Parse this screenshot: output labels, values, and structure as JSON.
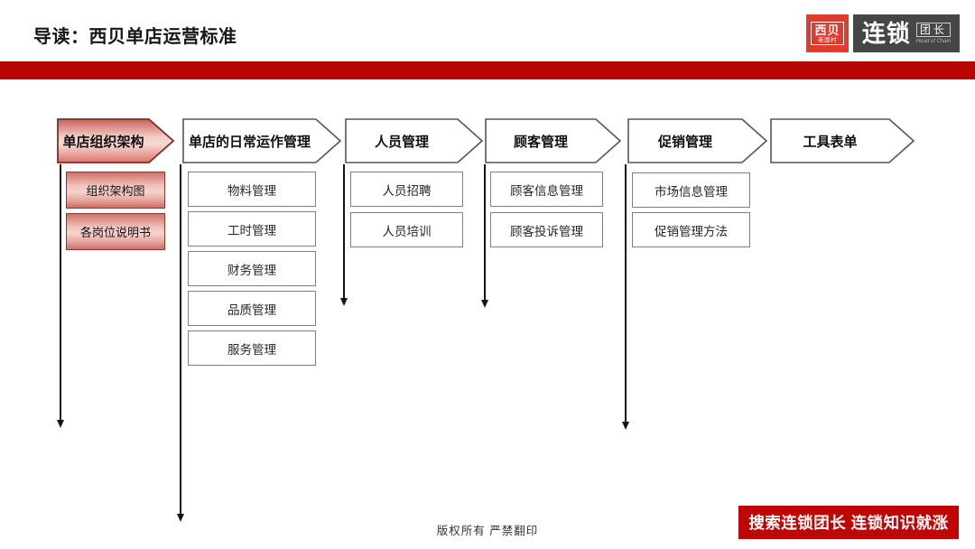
{
  "slide": {
    "title": "导读：西贝单店运营标准"
  },
  "logos": {
    "xibei": {
      "name": "西贝",
      "sub": "莜面村"
    },
    "chain": {
      "main": "连锁",
      "badge": "团长",
      "tagline": "Head of Chain"
    }
  },
  "columns": [
    {
      "header": "单店组织架构",
      "items": [
        "组织架构图",
        "各岗位说明书"
      ]
    },
    {
      "header": "单店的日常运作管理",
      "items": [
        "物料管理",
        "工时管理",
        "财务管理",
        "品质管理",
        "服务管理"
      ]
    },
    {
      "header": "人员管理",
      "items": [
        "人员招聘",
        "人员培训"
      ]
    },
    {
      "header": "顾客管理",
      "items": [
        "顾客信息管理",
        "顾客投诉管理"
      ]
    },
    {
      "header": "促销管理",
      "items": [
        "市场信息管理",
        "促销管理方法"
      ]
    },
    {
      "header": "工具表单",
      "items": []
    }
  ],
  "footer": {
    "copyright": "版权所有 严禁翻印",
    "banner": "搜索连锁团长 连锁知识就涨"
  },
  "colors": {
    "accent_red": "#b90504",
    "banner_red": "#c00505",
    "logo_red": "#e13a2f",
    "logo_dark": "#464646",
    "pink_header_border": "#7a2d27",
    "pink_box_border": "#8a3a32",
    "gray_border": "#808080"
  }
}
